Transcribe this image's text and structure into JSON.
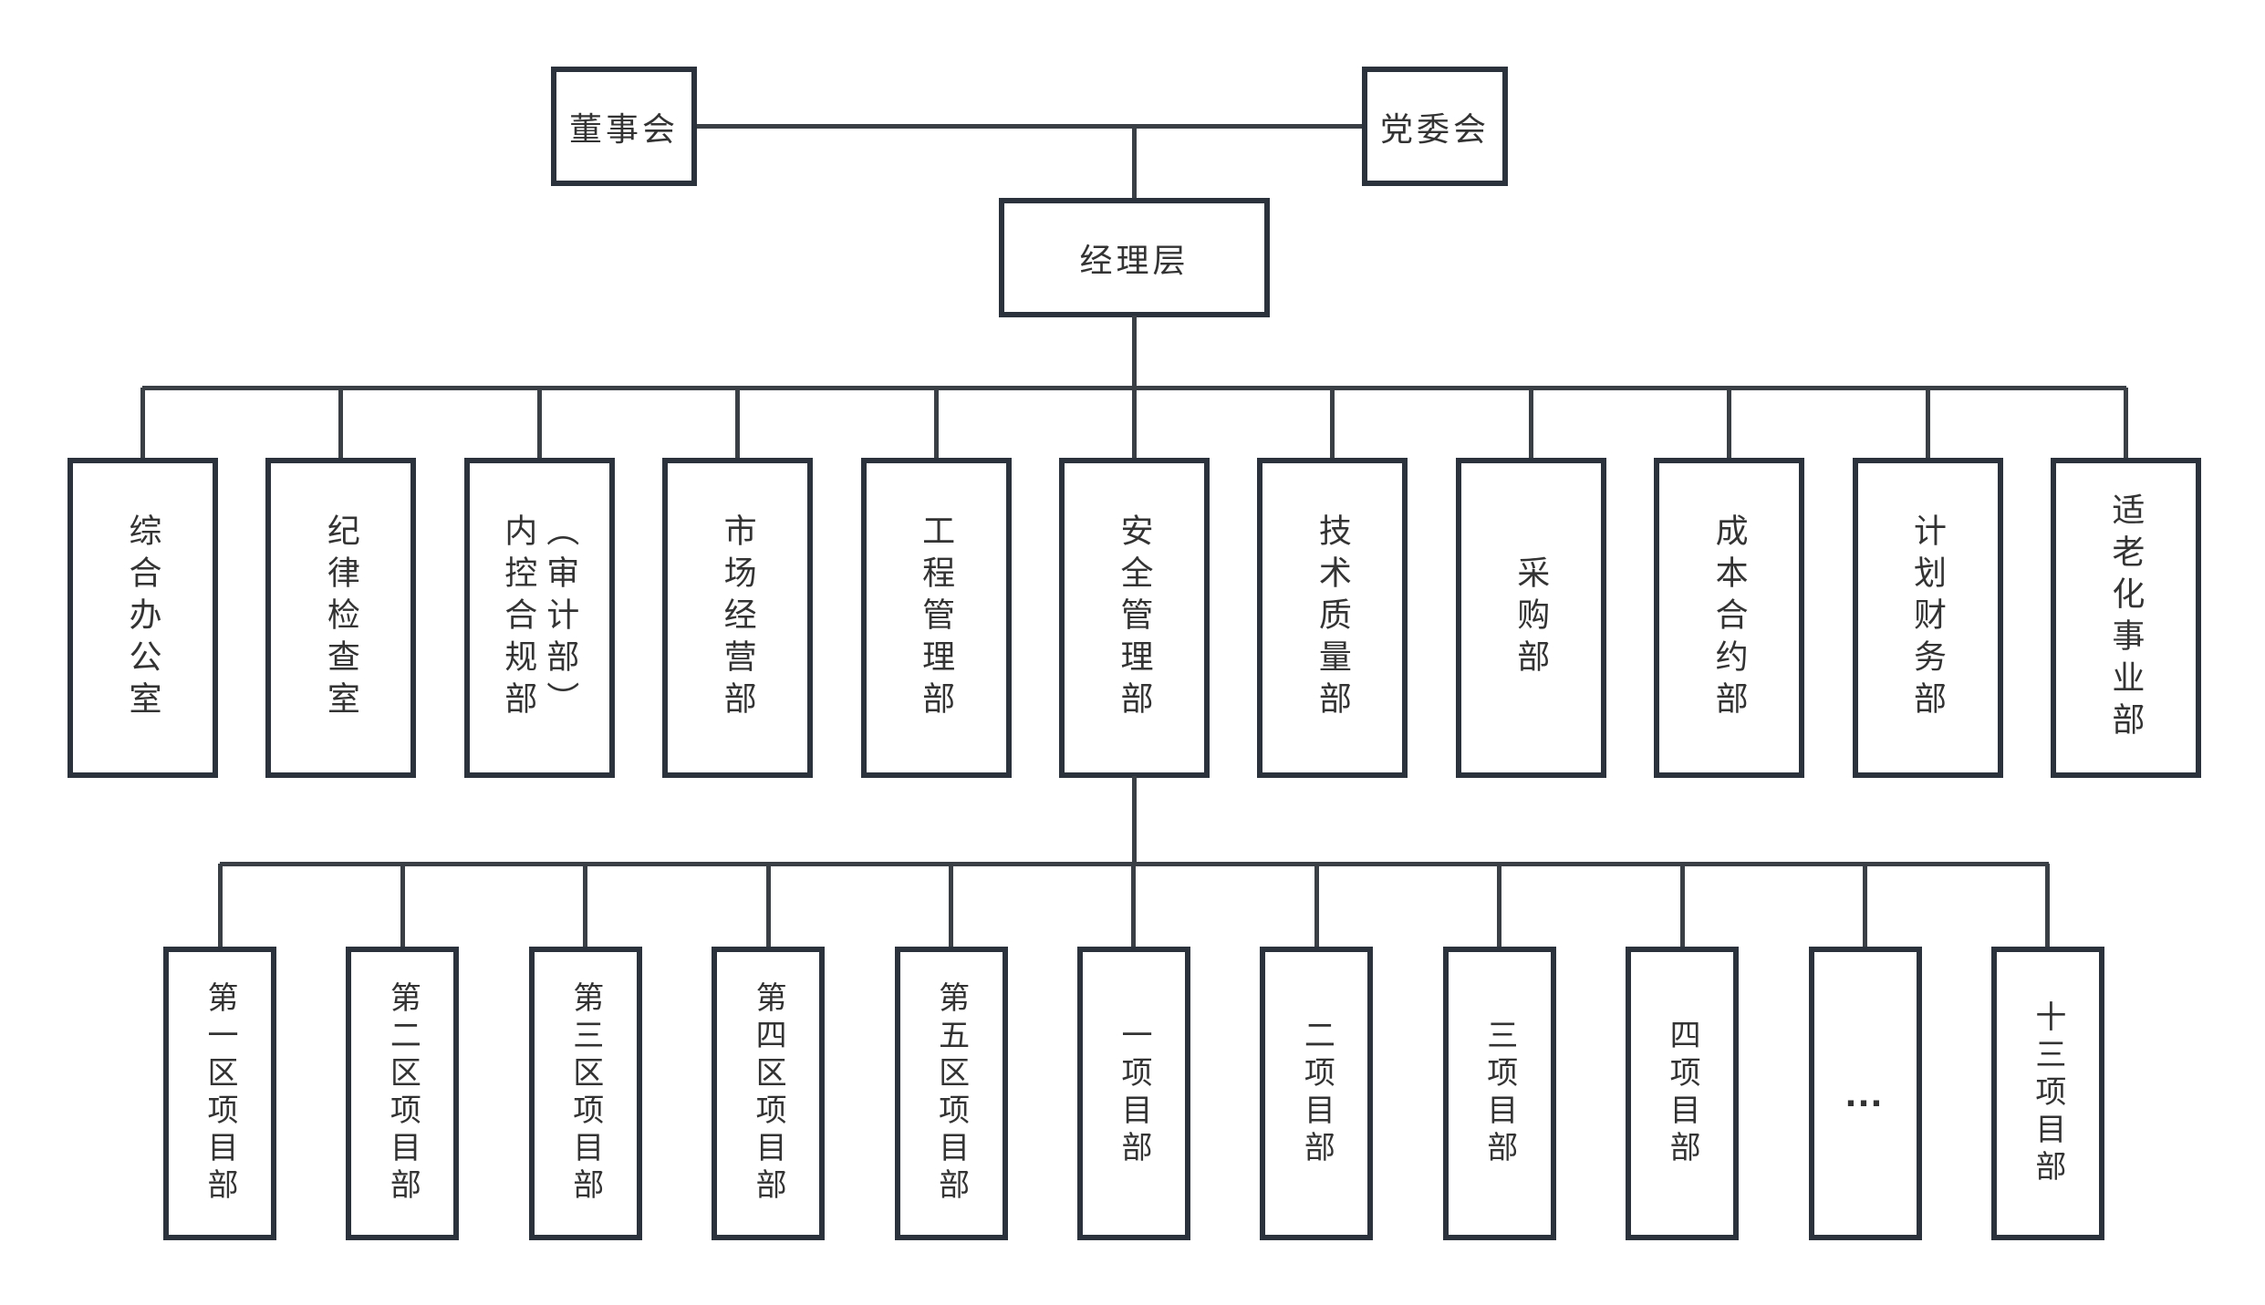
{
  "diagram_type": "org-chart",
  "colors": {
    "background": "#ffffff",
    "box_border": "#2b323c",
    "connector_line": "#3a3f45",
    "text": "#333333"
  },
  "level1": {
    "board": "董事会",
    "party_committee": "党委会"
  },
  "level2": {
    "management": "经理层"
  },
  "departments": [
    "综合办公室",
    "纪律检查室",
    "内控合规部\n（审计部）",
    "市场经营部",
    "工程管理部",
    "安全管理部",
    "技术质量部",
    "采购部",
    "成本合约部",
    "计划财务部",
    "适老化事业部"
  ],
  "projects": [
    "第一区项目部",
    "第二区项目部",
    "第三区项目部",
    "第四区项目部",
    "第五区项目部",
    "一项目部",
    "二项目部",
    "三项目部",
    "四项目部",
    "…",
    "十三项目部"
  ]
}
